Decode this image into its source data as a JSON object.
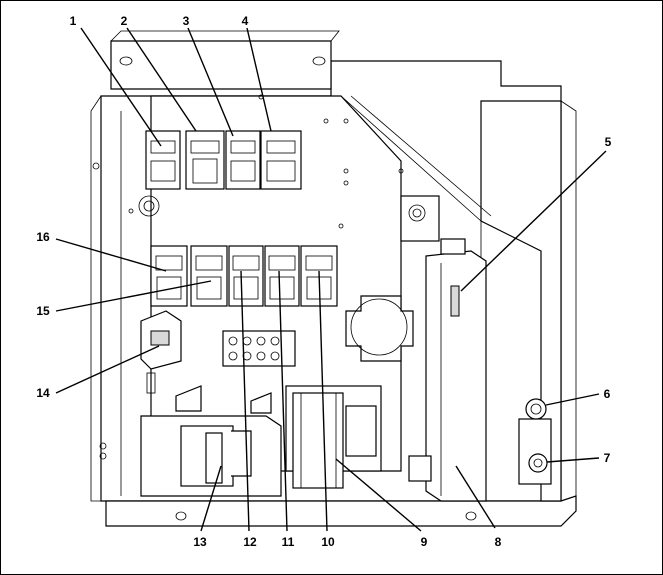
{
  "callouts": [
    {
      "id": "1",
      "label": "1"
    },
    {
      "id": "2",
      "label": "2"
    },
    {
      "id": "3",
      "label": "3"
    },
    {
      "id": "4",
      "label": "4"
    },
    {
      "id": "5",
      "label": "5"
    },
    {
      "id": "6",
      "label": "6"
    },
    {
      "id": "7",
      "label": "7"
    },
    {
      "id": "8",
      "label": "8"
    },
    {
      "id": "9",
      "label": "9"
    },
    {
      "id": "10",
      "label": "10"
    },
    {
      "id": "11",
      "label": "11"
    },
    {
      "id": "12",
      "label": "12"
    },
    {
      "id": "13",
      "label": "13"
    },
    {
      "id": "14",
      "label": "14"
    },
    {
      "id": "15",
      "label": "15"
    },
    {
      "id": "16",
      "label": "16"
    }
  ],
  "colors": {
    "line": "#000000",
    "background": "#ffffff",
    "shade": "#d9d9d9"
  }
}
